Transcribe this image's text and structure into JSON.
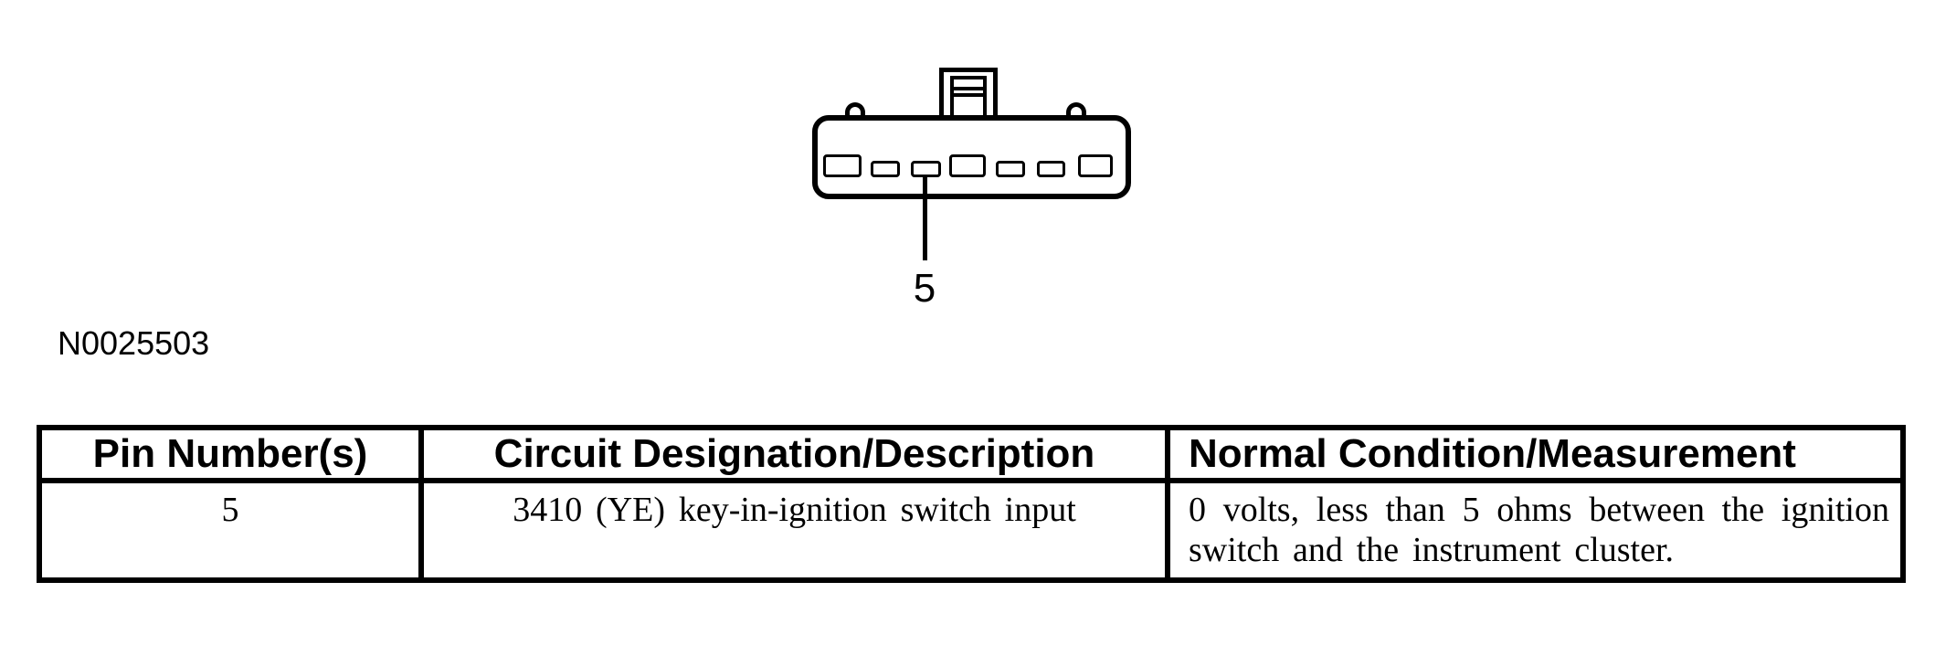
{
  "figure": {
    "id_label": "N0025503",
    "connector": {
      "pin_callout_label": "5",
      "callout_pin_index": 2,
      "pins": [
        {
          "size": "large"
        },
        {
          "size": "small"
        },
        {
          "size": "small"
        },
        {
          "size": "large"
        },
        {
          "size": "small"
        },
        {
          "size": "small"
        },
        {
          "size": "large"
        }
      ]
    }
  },
  "table": {
    "columns": [
      "Pin Number(s)",
      "Circuit Designation/Description",
      "Normal Condition/Measurement"
    ],
    "rows": [
      {
        "pin_numbers": "5",
        "circuit": "3410 (YE) key-in-ignition switch input",
        "normal_condition": "0 volts, less than 5 ohms between the ignition switch and the instrument cluster."
      }
    ]
  },
  "colors": {
    "ink": "#000000",
    "paper": "#ffffff"
  }
}
